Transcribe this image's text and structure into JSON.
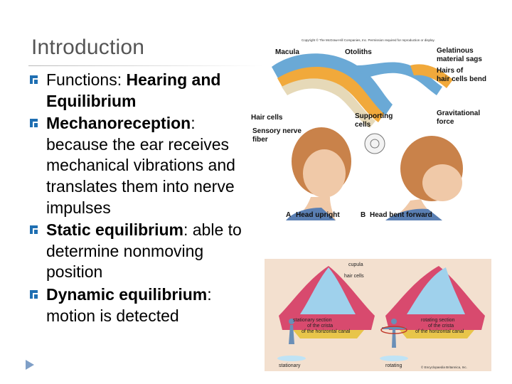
{
  "slide": {
    "title": "Introduction",
    "bullets": [
      {
        "label": "Functions: ",
        "bold": "Hearing and Equilibrium",
        "rest": ""
      },
      {
        "label": "",
        "bold": "Mechanoreception",
        "rest": ": because the ear receives mechanical vibrations and translates them into nerve impulses"
      },
      {
        "label": "",
        "bold": "Static equilibrium",
        "rest": ": able to determine nonmoving position"
      },
      {
        "label": "",
        "bold": "Dynamic equilibrium",
        "rest": ": motion is detected"
      }
    ]
  },
  "figure_top": {
    "copyright": "Copyright © The McGraw-Hill Companies, Inc. Permission required for reproduction or display.",
    "labels": {
      "macula": "Macula",
      "otoliths": "Otoliths",
      "gelatinous": "Gelatinous",
      "material_sags": "material sags",
      "hairs_of": "Hairs of",
      "hair_cells_bend": "hair cells bend",
      "hair_cells": "Hair cells",
      "supporting": "Supporting",
      "cells": "cells",
      "sensory_nerve": "Sensory nerve",
      "fiber": "fiber",
      "gravitational": "Gravitational",
      "force": "force",
      "head_upright": "Head upright",
      "head_bent": "Head bent forward",
      "a": "A",
      "b": "B"
    }
  },
  "figure_bottom": {
    "cupula": "cupula",
    "hair_cells": "hair cells",
    "stationary_line1": "stationary section",
    "stationary_line2": "of the crista",
    "stationary_line3": "of the horizontal canal",
    "rotating_line1": "rotating section",
    "rotating_line2": "of the crista",
    "rotating_line3": "of the horizontal canal",
    "caption_left": "stationary",
    "caption_right": "rotating",
    "credit": "© Encyclopaedia Britannica, Inc."
  },
  "colors": {
    "title": "#555555",
    "bullet_mark": "#1f6fb2",
    "nav_arrow": "#7f9fc7"
  }
}
